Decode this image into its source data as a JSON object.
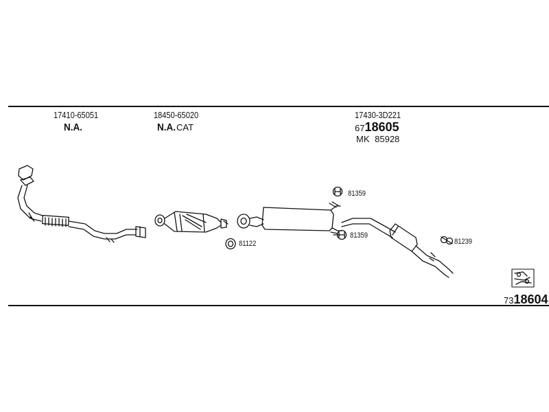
{
  "groups": [
    {
      "part_number": "17410-65051",
      "tag": "N.A.",
      "tag_suffix": ""
    },
    {
      "part_number": "18450-65020",
      "tag": "N.A.",
      "tag_suffix": "CAT"
    },
    {
      "part_number": "17430-3D221",
      "code_prefix": "67",
      "code_main": "18605",
      "mk_label": "MK",
      "mk_number": "85928"
    }
  ],
  "fittings": {
    "clamp_top": "81359",
    "clamp_bottom": "81359",
    "gasket": "81122",
    "hanger": "81239"
  },
  "kit": {
    "prefix": "73",
    "main": "18604"
  },
  "icons": [
    "exhaust-kit-icon"
  ]
}
